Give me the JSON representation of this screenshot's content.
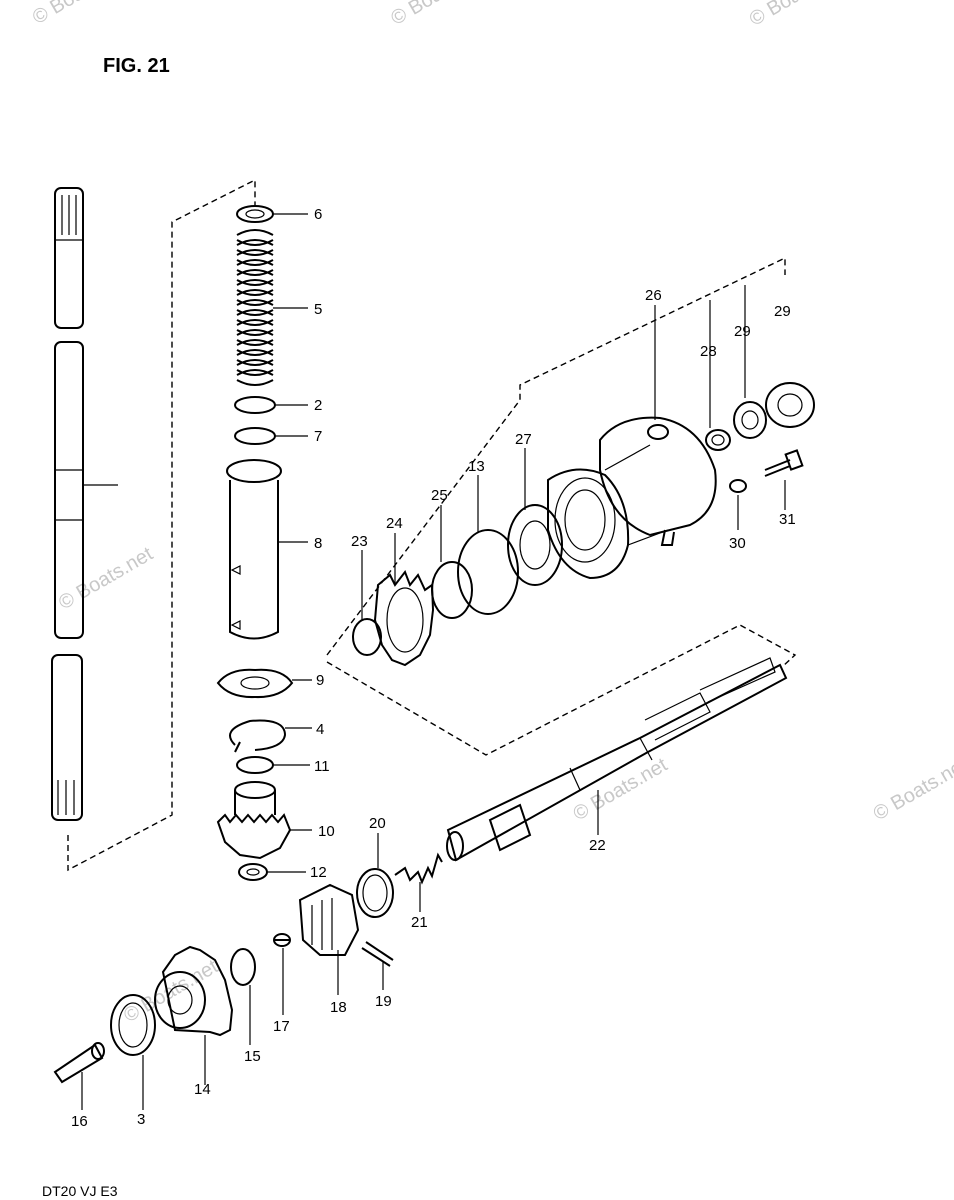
{
  "figure": {
    "title": "FIG. 21",
    "model_code": "DT20  VJ  E3"
  },
  "watermark": "© Boats.net",
  "callouts": [
    {
      "id": "c6",
      "text": "6"
    },
    {
      "id": "c5",
      "text": "5"
    },
    {
      "id": "c2",
      "text": "2"
    },
    {
      "id": "c7",
      "text": "7"
    },
    {
      "id": "c8",
      "text": "8"
    },
    {
      "id": "c9",
      "text": "9"
    },
    {
      "id": "c4",
      "text": "4"
    },
    {
      "id": "c11",
      "text": "11"
    },
    {
      "id": "c10",
      "text": "10"
    },
    {
      "id": "c12",
      "text": "12"
    },
    {
      "id": "c26",
      "text": "26"
    },
    {
      "id": "c28",
      "text": "28"
    },
    {
      "id": "c29a",
      "text": "29"
    },
    {
      "id": "c29b",
      "text": "29"
    },
    {
      "id": "c27",
      "text": "27"
    },
    {
      "id": "c13",
      "text": "13"
    },
    {
      "id": "c25",
      "text": "25"
    },
    {
      "id": "c24",
      "text": "24"
    },
    {
      "id": "c23",
      "text": "23"
    },
    {
      "id": "c30",
      "text": "30"
    },
    {
      "id": "c31",
      "text": "31"
    },
    {
      "id": "c20",
      "text": "20"
    },
    {
      "id": "c22",
      "text": "22"
    },
    {
      "id": "c21",
      "text": "21"
    },
    {
      "id": "c17",
      "text": "17"
    },
    {
      "id": "c18",
      "text": "18"
    },
    {
      "id": "c19",
      "text": "19"
    },
    {
      "id": "c15",
      "text": "15"
    },
    {
      "id": "c14",
      "text": "14"
    },
    {
      "id": "c16",
      "text": "16"
    },
    {
      "id": "c3",
      "text": "3"
    }
  ]
}
